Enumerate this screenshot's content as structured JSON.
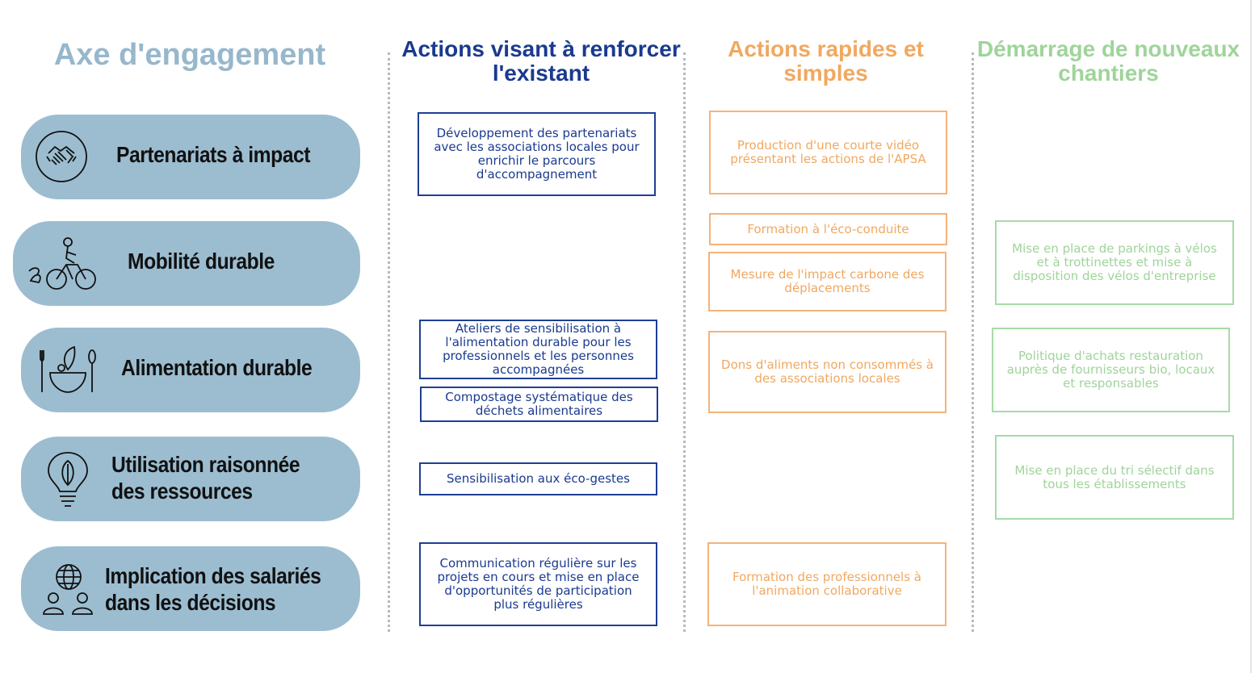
{
  "headers": {
    "axis": "Axe d'engagement",
    "col1": "Actions visant à renforcer l'existant",
    "col2": "Actions rapides et simples",
    "col3": "Démarrage de nouveaux chantiers"
  },
  "axes": [
    {
      "label_line1": "Partenariats à impact",
      "label_line2": "",
      "icon": "handshake-icon"
    },
    {
      "label_line1": "Mobilité durable",
      "label_line2": "",
      "icon": "cyclist-icon"
    },
    {
      "label_line1": "Alimentation durable",
      "label_line2": "",
      "icon": "food-bowl-icon"
    },
    {
      "label_line1": "Utilisation raisonnée",
      "label_line2": "des ressources",
      "icon": "lightbulb-leaf-icon"
    },
    {
      "label_line1": "Implication des salariés",
      "label_line2": "dans les décisions",
      "icon": "globe-people-icon"
    }
  ],
  "col1": [
    "Développement des partenariats avec les associations locales pour enrichir le parcours d'accompagnement",
    "Ateliers de sensibilisation à l'alimentation durable pour les professionnels et les personnes accompagnées",
    "Compostage systématique des déchets alimentaires",
    "Sensibilisation aux éco-gestes",
    "Communication régulière sur les projets en cours et mise en place d'opportunités de participation plus régulières"
  ],
  "col2": [
    "Production d'une courte vidéo présentant les actions de l'APSA",
    "Formation à l'éco-conduite",
    "Mesure de l'impact carbone des déplacements",
    "Dons d'aliments non consommés à des associations locales",
    "Formation des professionnels à l'animation collaborative"
  ],
  "col3": [
    "Mise en place de parkings à vélos et à trottinettes et mise à disposition des vélos d'entreprise",
    "Politique d'achats restauration auprès de fournisseurs bio, locaux et responsables",
    "Mise en place du tri sélectif dans tous les établissements"
  ],
  "colors": {
    "axis_header": "#97b7cc",
    "col1": "#1a3a8f",
    "col2": "#f0a860",
    "col3": "#9fd49a",
    "pill": "#9cbdd0"
  }
}
